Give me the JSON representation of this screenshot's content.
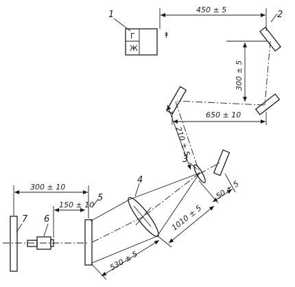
{
  "labels": {
    "laser": "1",
    "mirror_top_right": "2",
    "lens_small": "3",
    "lens_large": "4",
    "plate": "5",
    "detector": "6",
    "screen": "7"
  },
  "generator": {
    "symbol_top": "Г",
    "symbol_bottom": "Ж",
    "emission_symbol": "↟"
  },
  "dimensions": {
    "d_450": "450 ± 5",
    "d_300_vertical": "300 ± 5",
    "d_650": "650 ± 10",
    "d_210": "210 ± 5",
    "d_50": "50 ± 5",
    "d_1010": "1010 ± 5",
    "d_530": "530 ± 5",
    "d_300_horizontal": "300 ± 10",
    "d_150": "150 ± 10"
  }
}
